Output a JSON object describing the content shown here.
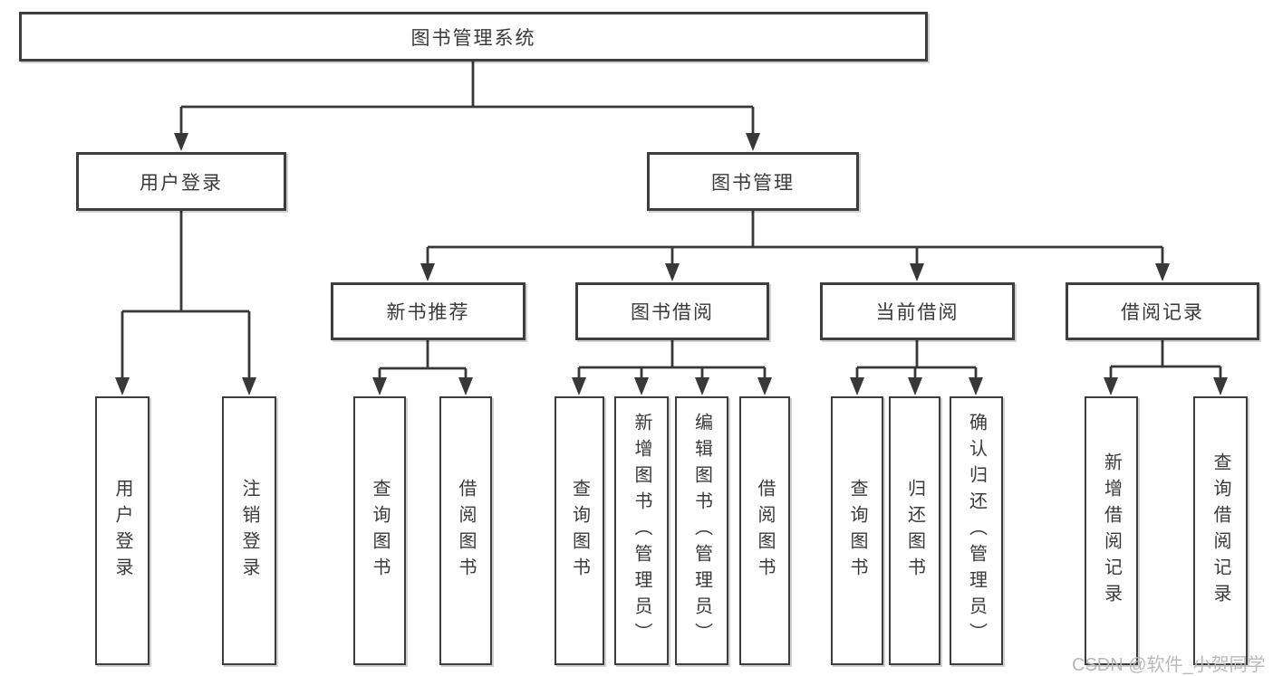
{
  "tree": {
    "root": {
      "label": "图书管理系统",
      "children": [
        {
          "label": "用户登录",
          "children": [
            {
              "label": "用户登录"
            },
            {
              "label": "注销登录"
            }
          ]
        },
        {
          "label": "图书管理",
          "children": [
            {
              "label": "新书推荐",
              "children": [
                {
                  "label": "查询图书"
                },
                {
                  "label": "借阅图书"
                }
              ]
            },
            {
              "label": "图书借阅",
              "children": [
                {
                  "label": "查询图书"
                },
                {
                  "label": "新增图书（管理员）"
                },
                {
                  "label": "编辑图书（管理员）"
                },
                {
                  "label": "借阅图书"
                }
              ]
            },
            {
              "label": "当前借阅",
              "children": [
                {
                  "label": "查询图书"
                },
                {
                  "label": "归还图书"
                },
                {
                  "label": "确认归还（管理员）"
                }
              ]
            },
            {
              "label": "借阅记录",
              "children": [
                {
                  "label": "新增借阅记录"
                },
                {
                  "label": "查询借阅记录"
                }
              ]
            }
          ]
        }
      ]
    }
  },
  "watermark": {
    "text": "CSDN @软件_小贺同学"
  },
  "colors": {
    "line": "#383838",
    "box_border": "#3d3d3d",
    "box_background": "#ffffff",
    "text": "#3a3a3a",
    "watermark": "#b9b9b9",
    "page_background": "#ffffff"
  }
}
